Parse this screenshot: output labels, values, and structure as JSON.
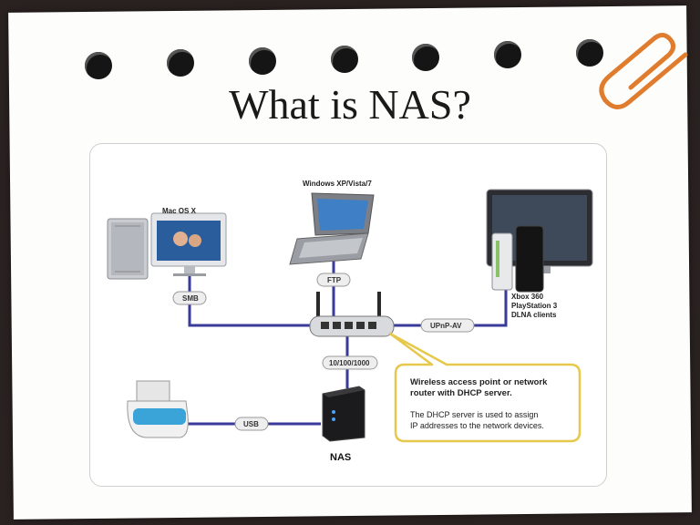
{
  "slide": {
    "title": "What is NAS?"
  },
  "devices": {
    "mac_label": "Mac OS X",
    "windows_label": "Windows XP/Vista/7",
    "console_line1": "Xbox 360",
    "console_line2": "PlayStation 3",
    "console_line3": "DLNA clients",
    "nas_label": "NAS"
  },
  "connections": {
    "smb": "SMB",
    "ftp": "FTP",
    "upnp": "UPnP-AV",
    "ethernet": "10/100/1000",
    "usb": "USB"
  },
  "callout": {
    "heading_line1": "Wireless access point or network",
    "heading_line2": "router with DHCP server.",
    "body_line1": "The DHCP server is used to assign",
    "body_line2": "IP addresses to the network devices."
  },
  "colors": {
    "link": "#3a3a9a",
    "callout_border": "#e6c84a",
    "paperclip": "#e07c2e"
  }
}
